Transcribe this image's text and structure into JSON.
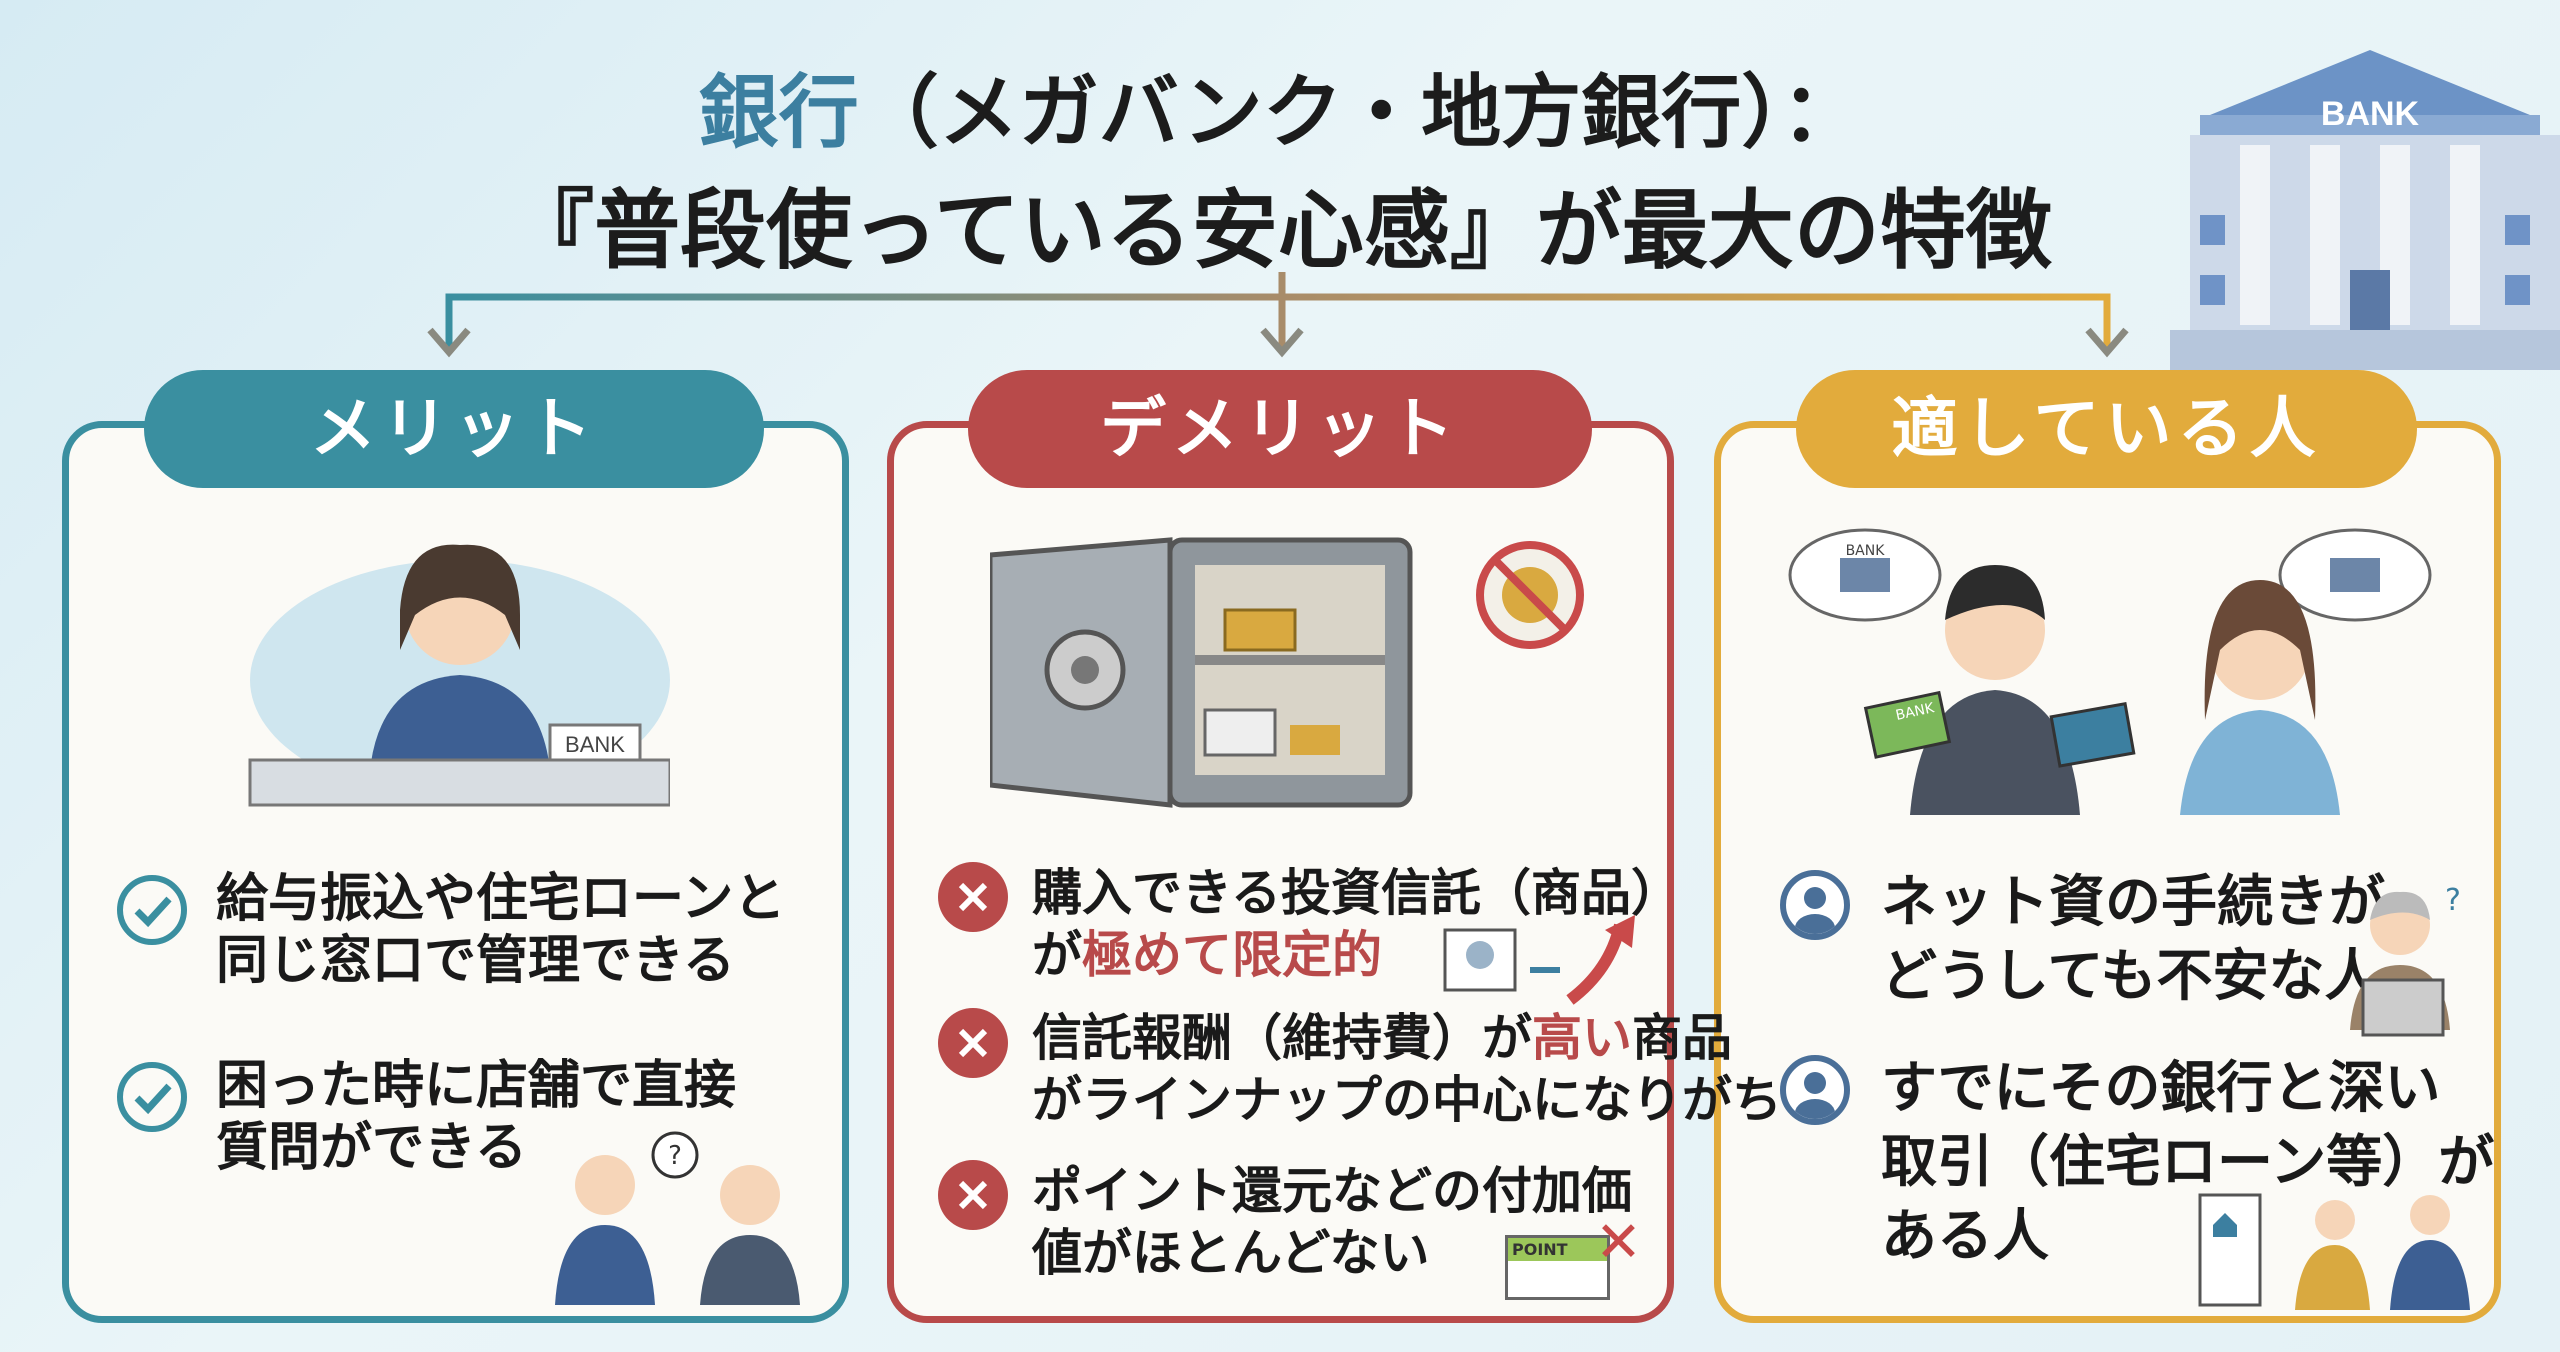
{
  "title": {
    "line1_highlight": "銀行",
    "line1_rest": "（メガバンク・地方銀行）：",
    "line2": "『普段使っている安心感』が最大の特徴"
  },
  "bank_sign": "BANK",
  "colors": {
    "merit": "#3a8fa0",
    "demerit": "#b84a4a",
    "suited": "#e2ab3c"
  },
  "merit": {
    "header": "メリット",
    "counter_sign": "BANK",
    "items": [
      {
        "icon": "check-circle-icon",
        "lines": [
          "給与振込や住宅ローンと",
          "同じ窓口で管理できる"
        ]
      },
      {
        "icon": "check-circle-icon",
        "lines": [
          "困った時に店舗で直接",
          "質問ができる"
        ]
      }
    ]
  },
  "demerit": {
    "header": "デメリット",
    "items": [
      {
        "icon": "x-circle-icon",
        "line1": "購入できる投資信託（商品）",
        "line2_pre": "が",
        "line2_red": "極めて限定的"
      },
      {
        "icon": "x-circle-icon",
        "line1_pre": "信託報酬（維持費）が",
        "line1_red": "高い",
        "line1_post": "商品",
        "line2": "がラインナップの中心になりがち"
      },
      {
        "icon": "x-circle-icon",
        "line1": "ポイント還元などの付加価",
        "line2": "値がほとんどない",
        "card_label": "POINT"
      }
    ]
  },
  "suited": {
    "header": "適している人",
    "thought_sign": "BANK",
    "card_sign": "BANK",
    "items": [
      {
        "icon": "user-circle-icon",
        "lines": [
          "ネット資の手続きが",
          "どうしても不安な人"
        ]
      },
      {
        "icon": "user-circle-icon",
        "lines": [
          "すでにその銀行と深い",
          "取引（住宅ローン等）が",
          "ある人"
        ]
      }
    ]
  }
}
